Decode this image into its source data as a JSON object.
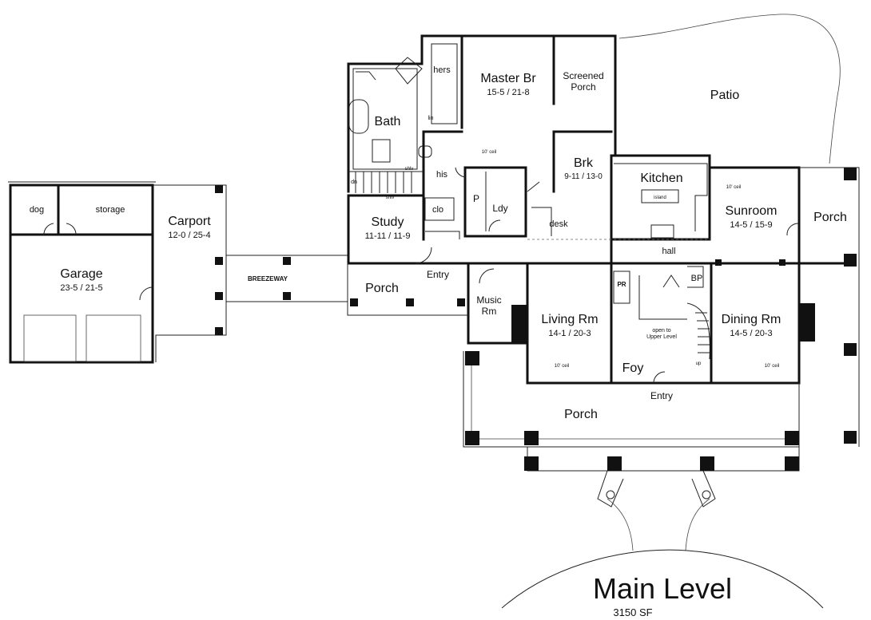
{
  "title": "Main Level",
  "area": "3150 SF",
  "rooms": {
    "dog": "dog",
    "storage": "storage",
    "garage": {
      "name": "Garage",
      "dims": "23-5 / 21-5"
    },
    "carport": {
      "name": "Carport",
      "dims": "12-0 / 25-4"
    },
    "breezeway": "BREEZEWAY",
    "porch_left": "Porch",
    "bath": "Bath",
    "hers": "hers",
    "his": "his",
    "lin": "lin",
    "shlv1": "shlv",
    "shlv2": "shlv",
    "dn": "dn",
    "master": {
      "name": "Master Br",
      "dims": "15-5 / 21-8",
      "ceil": "10' ceil"
    },
    "screened": {
      "line1": "Screened",
      "line2": "Porch"
    },
    "patio": "Patio",
    "study": {
      "name": "Study",
      "dims": "11-11 / 11-9"
    },
    "clo": "clo",
    "pantry": "P",
    "laundry": "Ldy",
    "brk": {
      "name": "Brk",
      "dims": "9-11 / 13-0"
    },
    "desk": "desk",
    "kitchen": "Kitchen",
    "island": "island",
    "sunroom": {
      "name": "Sunroom",
      "dims": "14-5 / 15-9",
      "ceil": "10' ceil"
    },
    "porch_right": "Porch",
    "hall": "hall",
    "pr": "PR",
    "bp": "BP",
    "entry_side": "Entry",
    "music": {
      "line1": "Music",
      "line2": "Rm"
    },
    "living": {
      "name": "Living Rm",
      "dims": "14-1 / 20-3",
      "ceil": "10' ceil"
    },
    "open_upper": {
      "line1": "open to",
      "line2": "Upper Level"
    },
    "up": "up",
    "foyer": "Foy",
    "dining": {
      "name": "Dining Rm",
      "dims": "14-5 / 20-3",
      "ceil": "10' ceil"
    },
    "entry_front": "Entry",
    "porch_front": "Porch"
  }
}
